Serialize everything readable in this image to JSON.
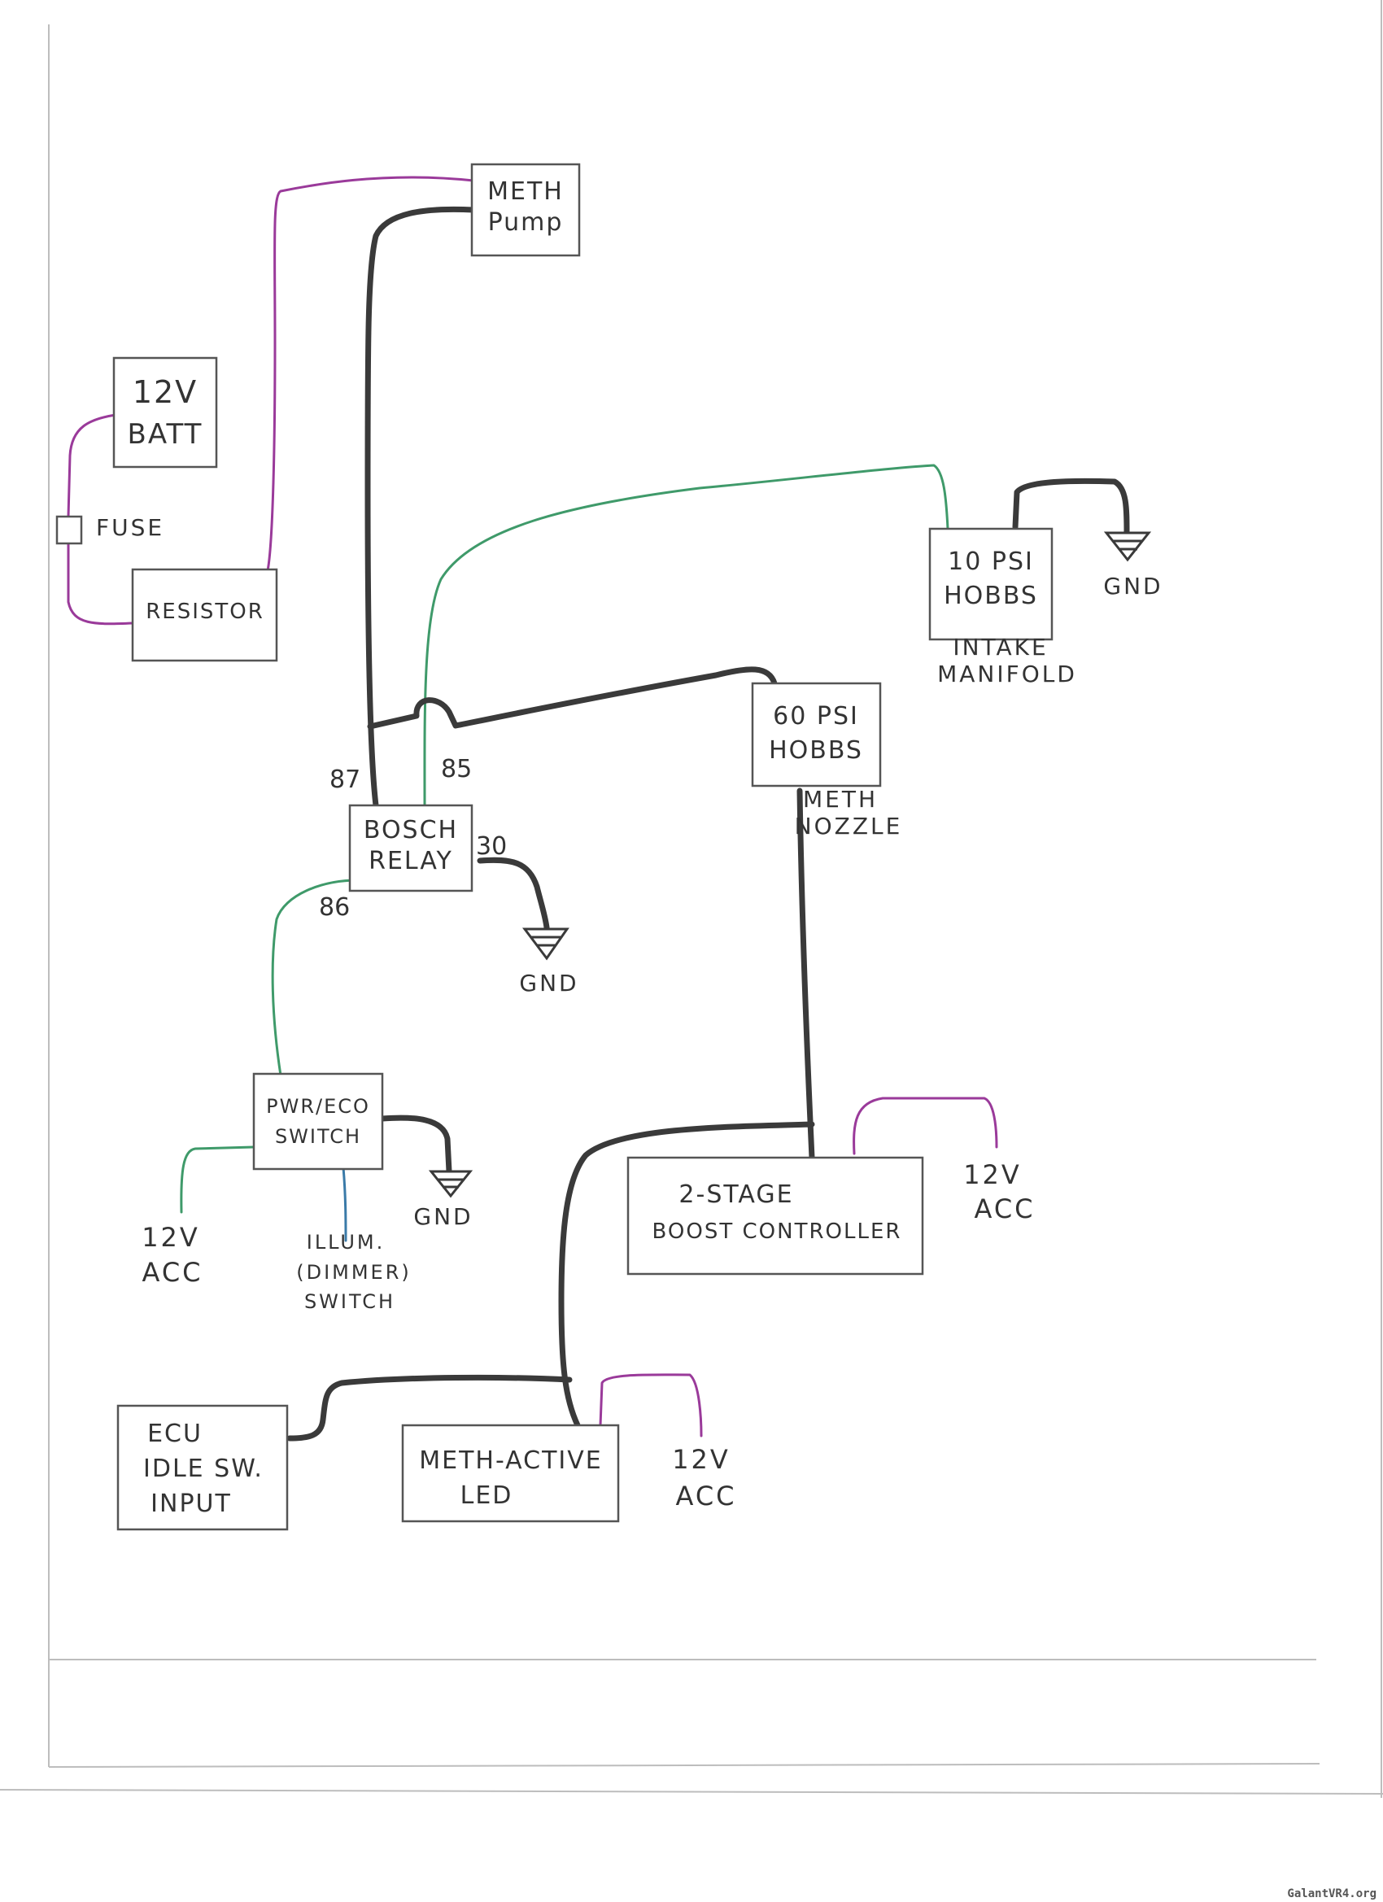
{
  "colors": {
    "ground_wire": "#3a3a3a",
    "power_wire": "#9a3a9a",
    "signal_wire": "#3f9a6a",
    "illum_wire": "#3a7aa8",
    "ink": "#333333"
  },
  "components": {
    "meth_pump": [
      "METH",
      "Pump"
    ],
    "battery": [
      "12V",
      "BATT"
    ],
    "fuse": "FUSE",
    "resistor": "RESISTOR",
    "hobbs_10": [
      "10 PSI",
      "HOBBS"
    ],
    "hobbs_10_note": [
      "INTAKE",
      "MANIFOLD"
    ],
    "hobbs_60": [
      "60 PSI",
      "HOBBS"
    ],
    "hobbs_60_note": [
      "METH",
      "NOZZLE"
    ],
    "relay": [
      "BOSCH",
      "RELAY"
    ],
    "switch": [
      "PWR/ECO",
      "SWITCH"
    ],
    "boost_controller": [
      "2-STAGE",
      "BOOST CONTROLLER"
    ],
    "ecu": [
      "ECU",
      "IDLE SW.",
      "INPUT"
    ],
    "led": [
      "METH-ACTIVE",
      "LED"
    ]
  },
  "pins": {
    "p87": "87",
    "p85": "85",
    "p30": "30",
    "p86": "86"
  },
  "grounds": {
    "gnd_hobbs": "GND",
    "gnd_relay": "GND",
    "gnd_switch": "GND"
  },
  "sources": {
    "acc_switch": [
      "12V",
      "ACC"
    ],
    "illum": [
      "ILLUM.",
      "(DIMMER)",
      "SWITCH"
    ],
    "acc_boost": [
      "12V",
      "ACC"
    ],
    "acc_led": [
      "12V",
      "ACC"
    ]
  },
  "watermark": "GalantVR4.org"
}
